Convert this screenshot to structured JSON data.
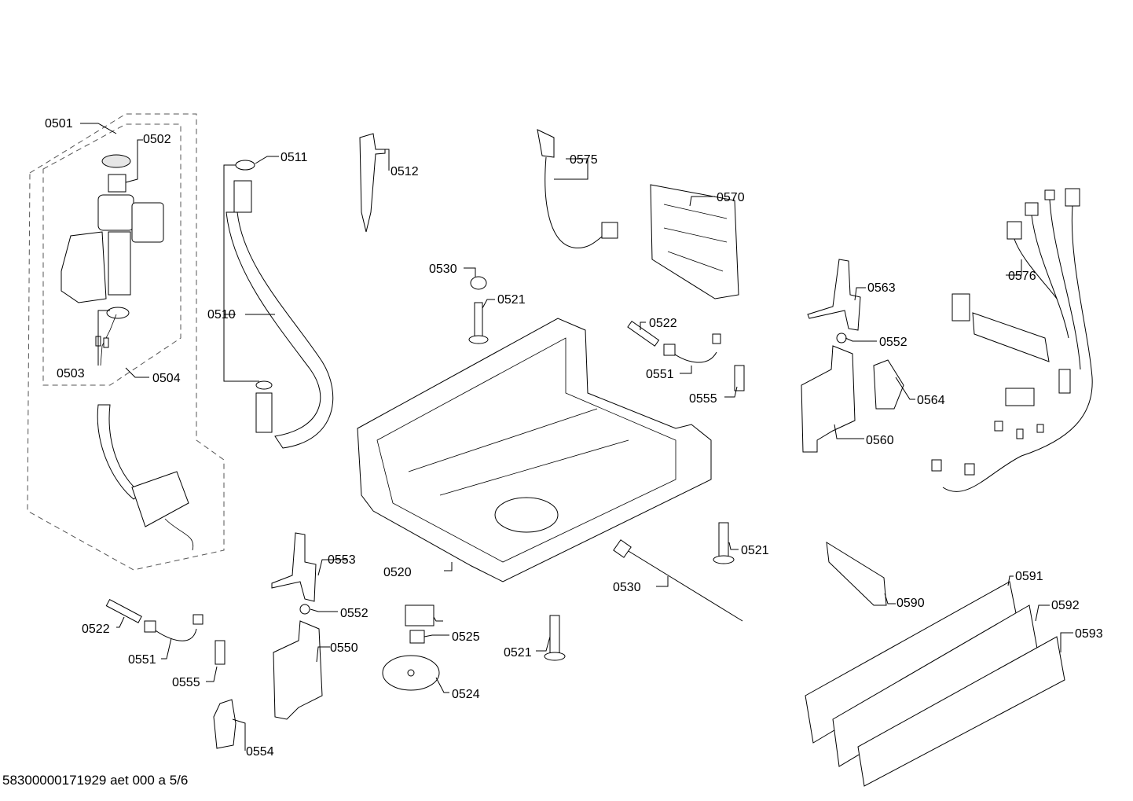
{
  "labels": {
    "p0501": "0501",
    "p0502": "0502",
    "p0503": "0503",
    "p0504": "0504",
    "p0510": "0510",
    "p0511": "0511",
    "p0512": "0512",
    "p0520": "0520",
    "p0521a": "0521",
    "p0521b": "0521",
    "p0521c": "0521",
    "p0522a": "0522",
    "p0522b": "0522",
    "p0524": "0524",
    "p0525": "0525",
    "p0530a": "0530",
    "p0530b": "0530",
    "p0550": "0550",
    "p0551a": "0551",
    "p0551b": "0551",
    "p0552a": "0552",
    "p0552b": "0552",
    "p0553": "0553",
    "p0554": "0554",
    "p0555a": "0555",
    "p0555b": "0555",
    "p0560": "0560",
    "p0563": "0563",
    "p0564": "0564",
    "p0570": "0570",
    "p0575": "0575",
    "p0576": "0576",
    "p0590": "0590",
    "p0591": "0591",
    "p0592": "0592",
    "p0593": "0593"
  },
  "footer": "58300000171929 aet 000 a 5/6"
}
